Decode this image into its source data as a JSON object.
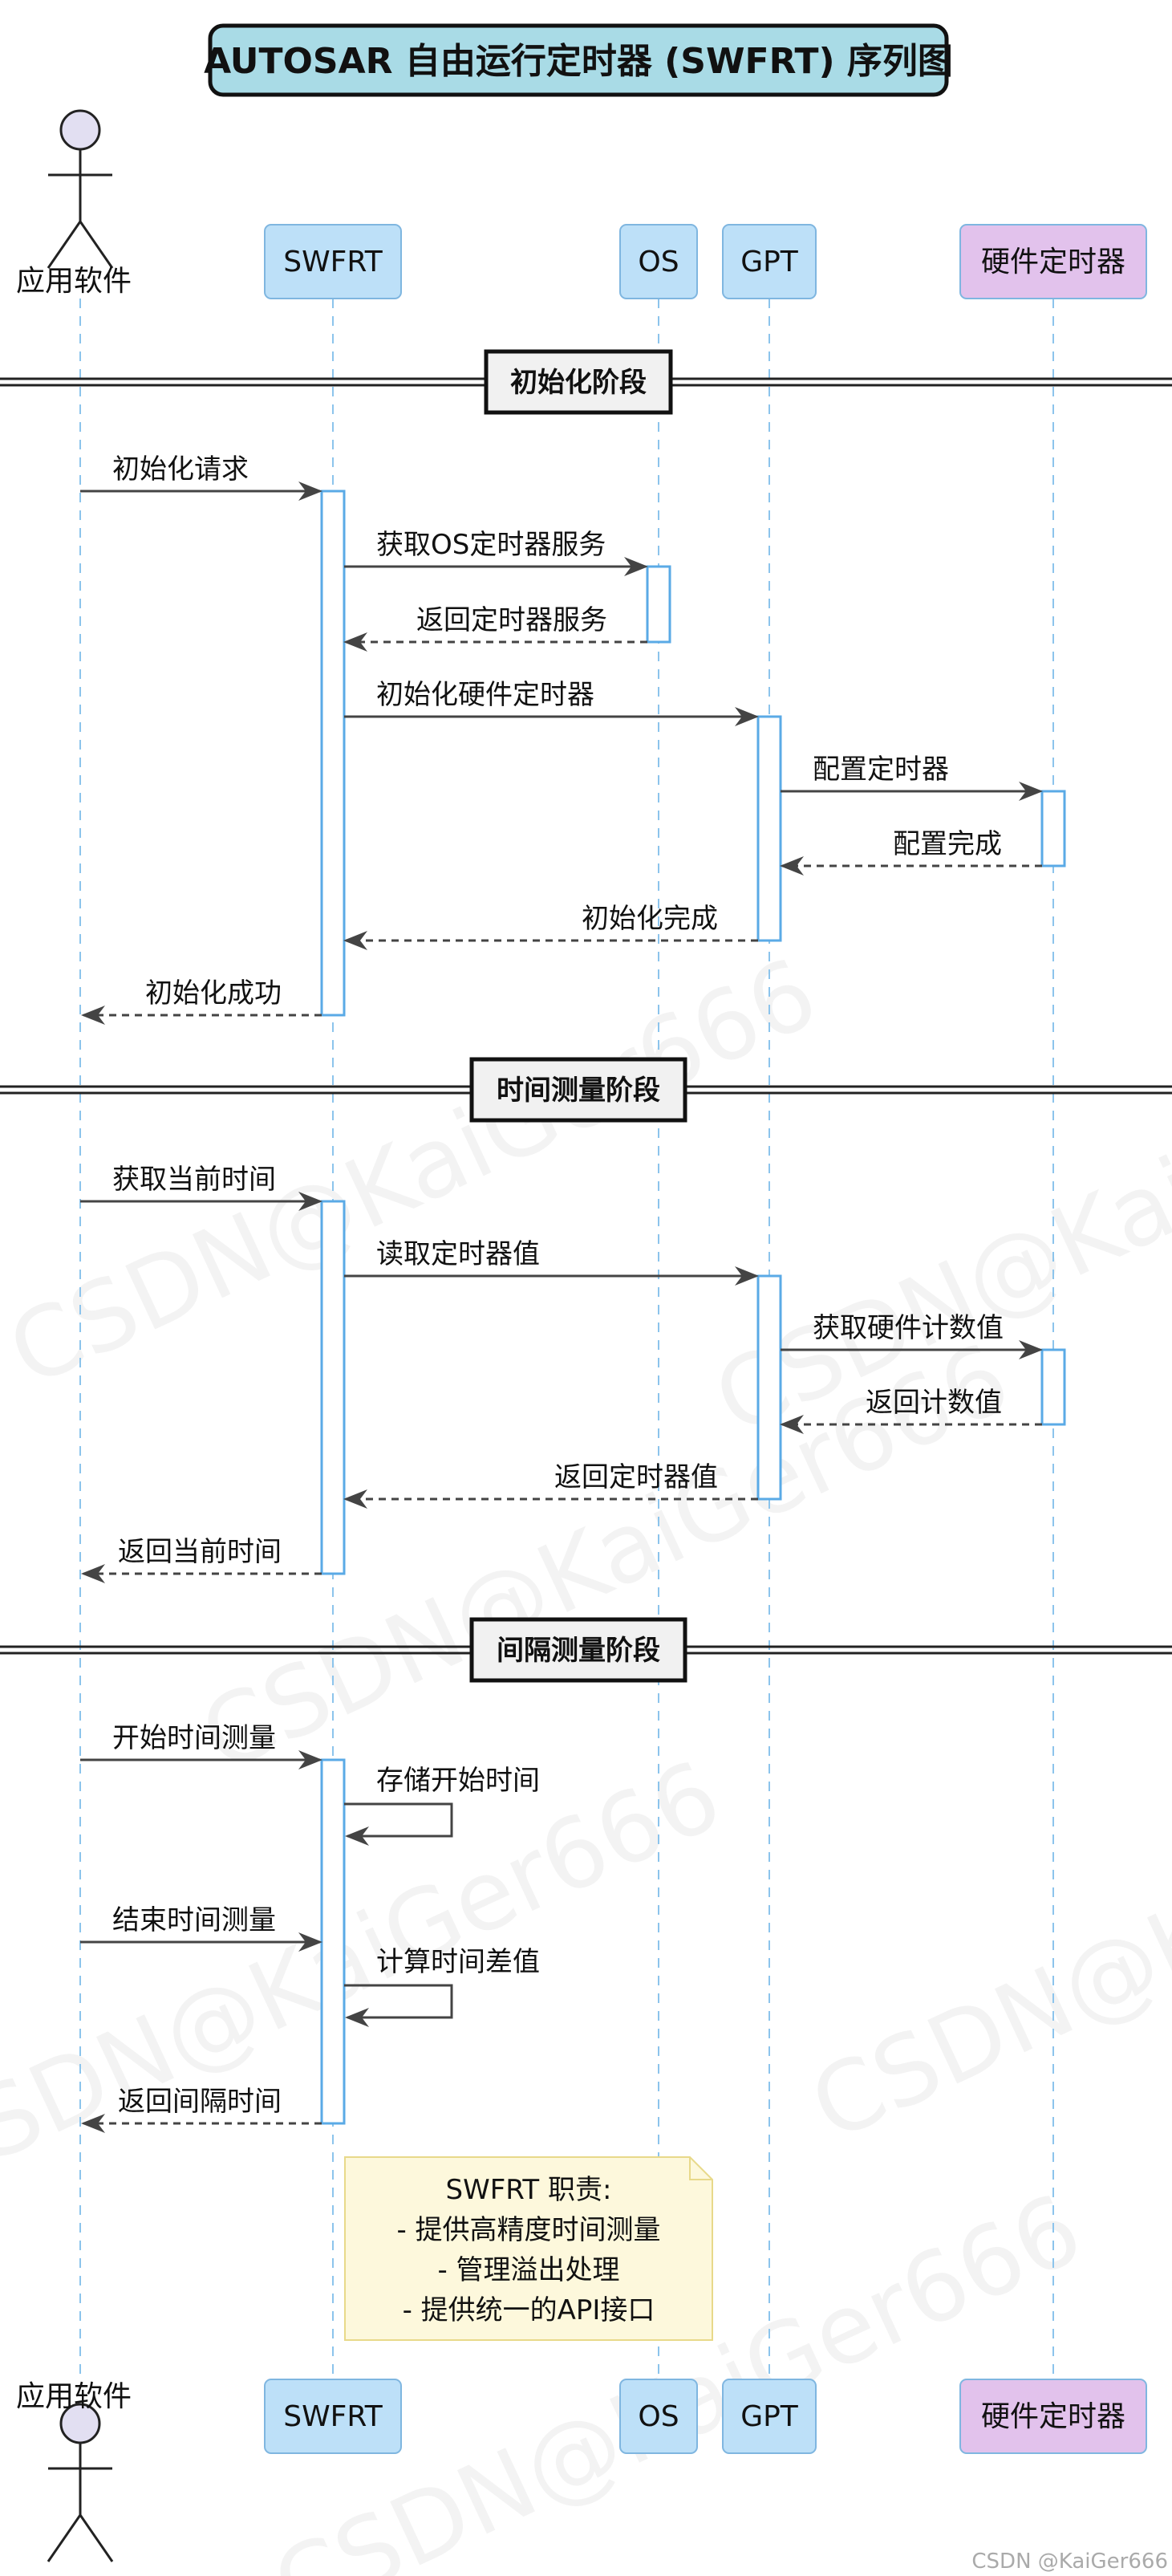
{
  "title": "AUTOSAR 自由运行定时器 (SWFRT) 序列图",
  "participants": [
    {
      "id": "app",
      "label": "应用软件",
      "kind": "actor"
    },
    {
      "id": "swfrt",
      "label": "SWFRT",
      "kind": "box",
      "color": "#bde0f8"
    },
    {
      "id": "os",
      "label": "OS",
      "kind": "box",
      "color": "#bde0f8"
    },
    {
      "id": "gpt",
      "label": "GPT",
      "kind": "box",
      "color": "#bde0f8"
    },
    {
      "id": "hw",
      "label": "硬件定时器",
      "kind": "box",
      "color": "#e2c2ec"
    }
  ],
  "dividers": [
    {
      "label": "初始化阶段"
    },
    {
      "label": "时间测量阶段"
    },
    {
      "label": "间隔测量阶段"
    }
  ],
  "messages": [
    {
      "from": "app",
      "to": "swfrt",
      "label": "初始化请求",
      "style": "solid"
    },
    {
      "from": "swfrt",
      "to": "os",
      "label": "获取OS定时器服务",
      "style": "solid"
    },
    {
      "from": "os",
      "to": "swfrt",
      "label": "返回定时器服务",
      "style": "dashed"
    },
    {
      "from": "swfrt",
      "to": "gpt",
      "label": "初始化硬件定时器",
      "style": "solid"
    },
    {
      "from": "gpt",
      "to": "hw",
      "label": "配置定时器",
      "style": "solid"
    },
    {
      "from": "hw",
      "to": "gpt",
      "label": "配置完成",
      "style": "dashed"
    },
    {
      "from": "gpt",
      "to": "swfrt",
      "label": "初始化完成",
      "style": "dashed"
    },
    {
      "from": "swfrt",
      "to": "app",
      "label": "初始化成功",
      "style": "dashed"
    },
    {
      "from": "app",
      "to": "swfrt",
      "label": "获取当前时间",
      "style": "solid"
    },
    {
      "from": "swfrt",
      "to": "gpt",
      "label": "读取定时器值",
      "style": "solid"
    },
    {
      "from": "gpt",
      "to": "hw",
      "label": "获取硬件计数值",
      "style": "solid"
    },
    {
      "from": "hw",
      "to": "gpt",
      "label": "返回计数值",
      "style": "dashed"
    },
    {
      "from": "gpt",
      "to": "swfrt",
      "label": "返回定时器值",
      "style": "dashed"
    },
    {
      "from": "swfrt",
      "to": "app",
      "label": "返回当前时间",
      "style": "dashed"
    },
    {
      "from": "app",
      "to": "swfrt",
      "label": "开始时间测量",
      "style": "solid"
    },
    {
      "from": "swfrt",
      "to": "swfrt",
      "label": "存储开始时间",
      "style": "self"
    },
    {
      "from": "app",
      "to": "swfrt",
      "label": "结束时间测量",
      "style": "solid"
    },
    {
      "from": "swfrt",
      "to": "swfrt",
      "label": "计算时间差值",
      "style": "self"
    },
    {
      "from": "swfrt",
      "to": "app",
      "label": "返回间隔时间",
      "style": "dashed"
    }
  ],
  "note": {
    "lines": [
      "SWFRT 职责:",
      "- 提供高精度时间测量",
      "- 管理溢出处理",
      "- 提供统一的API接口"
    ],
    "fill": "#fdf8dc",
    "border": "#e8d98a"
  },
  "watermark": "CSDN@KaiGer666",
  "credit": "CSDN @KaiGer666",
  "colors": {
    "lifeline": "#8cc4ec",
    "activation_border": "#5aaae6",
    "arrow": "#444444",
    "divider_line": "#222222",
    "title_fill": "#a9dbe6",
    "actor_fill": "#e2dff2"
  }
}
